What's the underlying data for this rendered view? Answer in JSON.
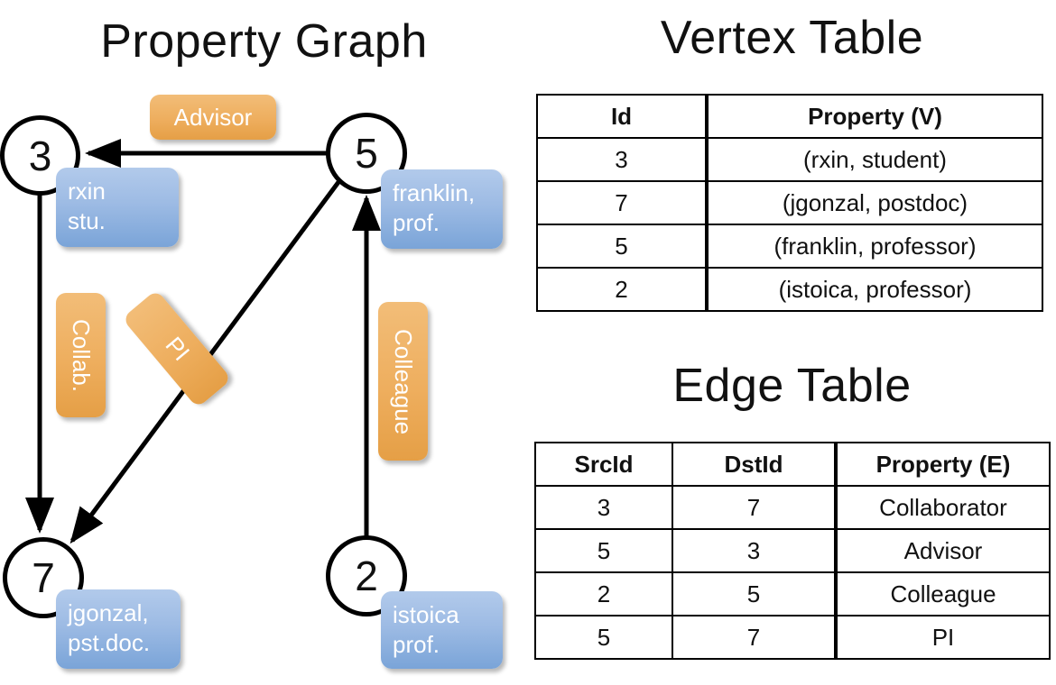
{
  "titles": {
    "graph": "Property Graph",
    "vertex_table": "Vertex Table",
    "edge_table": "Edge Table"
  },
  "graph": {
    "nodes": [
      {
        "id": "3",
        "property_label": "rxin\nstu.",
        "line1": "rxin",
        "line2": "stu."
      },
      {
        "id": "5",
        "property_label": "franklin,\nprof.",
        "line1": "franklin,",
        "line2": "prof."
      },
      {
        "id": "7",
        "property_label": "jgonzal,\npst.doc.",
        "line1": "jgonzal,",
        "line2": "pst.doc."
      },
      {
        "id": "2",
        "property_label": "istoica\nprof.",
        "line1": "istoica",
        "line2": "prof."
      }
    ],
    "edge_labels": [
      {
        "name": "advisor",
        "text": "Advisor"
      },
      {
        "name": "collab",
        "text": "Collab."
      },
      {
        "name": "pi",
        "text": "PI"
      },
      {
        "name": "colleague",
        "text": "Colleague"
      }
    ],
    "edges": [
      {
        "from": "5",
        "to": "3",
        "label": "Advisor"
      },
      {
        "from": "3",
        "to": "7",
        "label": "Collab."
      },
      {
        "from": "5",
        "to": "7",
        "label": "PI"
      },
      {
        "from": "2",
        "to": "5",
        "label": "Colleague"
      }
    ]
  },
  "vertex_table": {
    "columns": [
      "Id",
      "Property (V)"
    ],
    "rows": [
      {
        "id": "3",
        "property": "(rxin, student)"
      },
      {
        "id": "7",
        "property": "(jgonzal, postdoc)"
      },
      {
        "id": "5",
        "property": "(franklin, professor)"
      },
      {
        "id": "2",
        "property": "(istoica, professor)"
      }
    ]
  },
  "edge_table": {
    "columns": [
      "SrcId",
      "DstId",
      "Property (E)"
    ],
    "rows": [
      {
        "src": "3",
        "dst": "7",
        "property": "Collaborator"
      },
      {
        "src": "5",
        "dst": "3",
        "property": "Advisor"
      },
      {
        "src": "2",
        "dst": "5",
        "property": "Colleague"
      },
      {
        "src": "5",
        "dst": "7",
        "property": "PI"
      }
    ]
  },
  "colors": {
    "vertex_property_fill": "#d3dff1",
    "edge_property_fill": "#f7dec4",
    "vertex_box_blue": "#7aa4d8",
    "edge_box_orange": "#e59f46",
    "stroke": "#000000",
    "background": "#ffffff"
  }
}
